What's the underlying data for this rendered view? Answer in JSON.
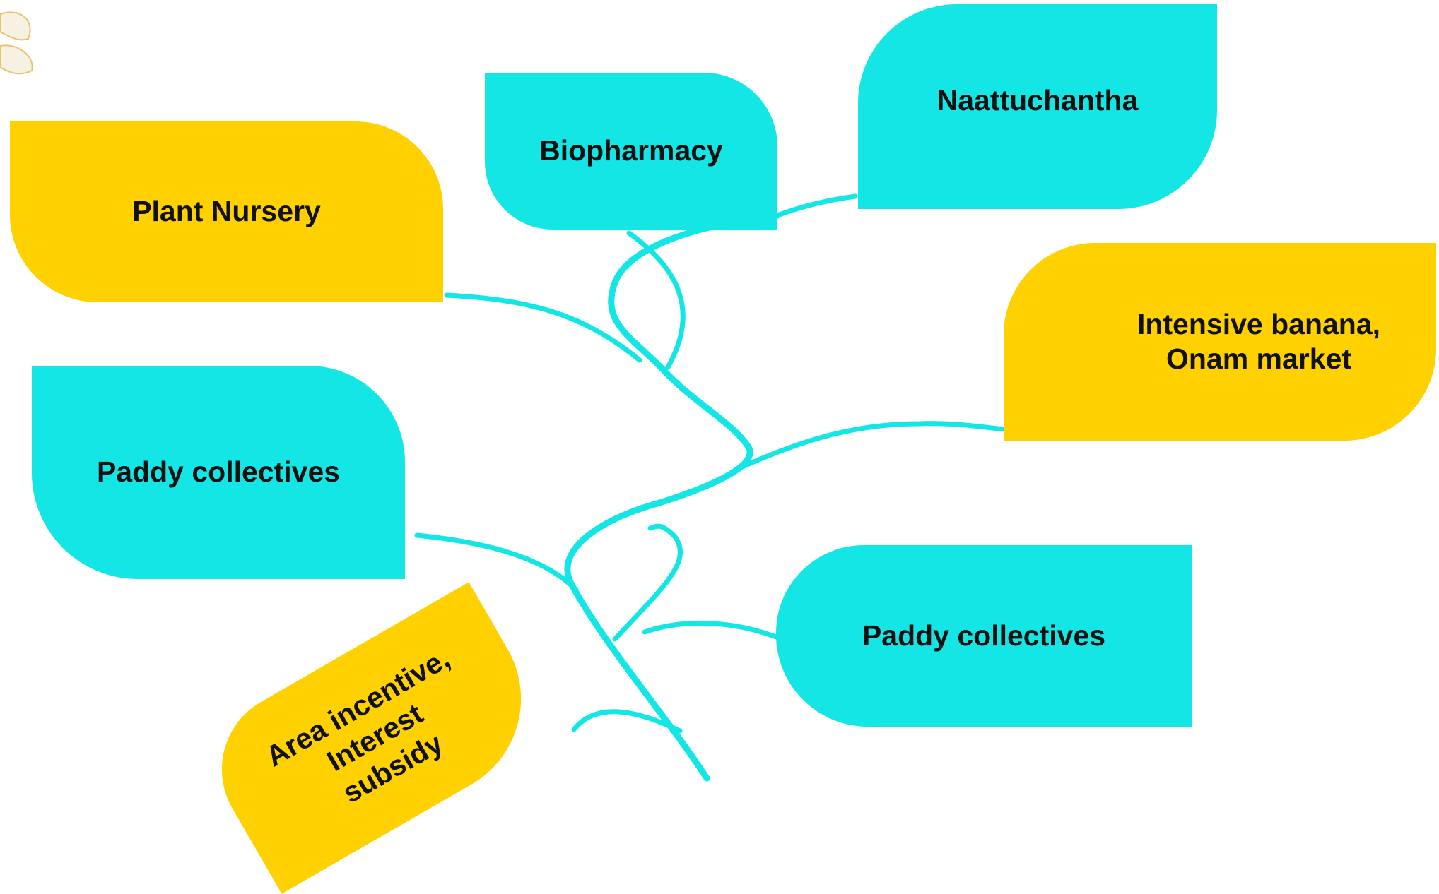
{
  "diagram": {
    "nodes": [
      {
        "id": "plant-nursery",
        "label": "Plant Nursery",
        "color": "#FFD100"
      },
      {
        "id": "biopharmacy",
        "label": "Biopharmacy",
        "color": "#14E6E6"
      },
      {
        "id": "naattuchantha",
        "label": "Naattuchantha",
        "color": "#14E6E6"
      },
      {
        "id": "banana",
        "label_line1": "Intensive banana,",
        "label_line2": "Onam market",
        "color": "#FFD100"
      },
      {
        "id": "paddy-left",
        "label": "Paddy collectives",
        "color": "#14E6E6"
      },
      {
        "id": "paddy-right",
        "label": "Paddy collectives",
        "color": "#14E6E6"
      },
      {
        "id": "area-incentive",
        "label_line1": "Area incentive,",
        "label_line2": "Interest",
        "label_line3": "subsidy",
        "color": "#FFD100"
      }
    ],
    "connector_color": "#14E6E6",
    "decoration": "flower-petal-icon"
  }
}
